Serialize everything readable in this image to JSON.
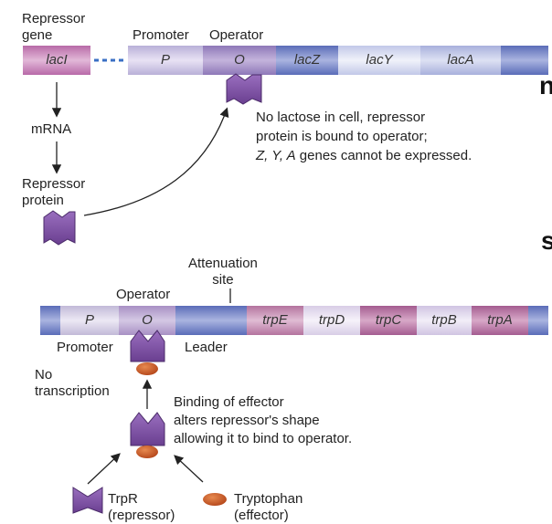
{
  "top": {
    "repressor_gene_label": "Repressor\ngene",
    "promoter_label": "Promoter",
    "operator_label": "Operator",
    "segments": [
      "lacI",
      "P",
      "O",
      "lacZ",
      "lacY",
      "lacA"
    ],
    "mrna_label": "mRNA",
    "repressor_protein_label": "Repressor\nprotein",
    "note_line1": "No lactose in cell, repressor",
    "note_line2": "protein is bound to operator;",
    "note_line3_italic": "Z, Y, A",
    "note_line3_rest": " genes cannot be expressed.",
    "edge_letter_a": "n.",
    "edge_letter_b": "s"
  },
  "bottom": {
    "attenuation_label": "Attenuation\nsite",
    "operator_label": "Operator",
    "segments": [
      "P",
      "O",
      "trpE",
      "trpD",
      "trpC",
      "trpB",
      "trpA"
    ],
    "promoter_label": "Promoter",
    "leader_label": "Leader",
    "no_transcription_label": "No\ntranscription",
    "binding_line1": "Binding of effector",
    "binding_line2": "alters repressor's shape",
    "binding_line3": "allowing it to bind to operator.",
    "legend_repressor_line1": "TrpR",
    "legend_repressor_line2": "(repressor)",
    "legend_effector_line1": "Tryptophan",
    "legend_effector_line2": "(effector)"
  },
  "colors": {
    "repressor_purple": "#7a4d9e",
    "effector_orange": "#cc5a1e",
    "gene_pink": "#c98bbd",
    "gene_blue": "#6e7fc0",
    "gene_lavender": "#c7bfe0",
    "gene_pale": "#e8e2f0",
    "gene_mauve": "#b86a98"
  }
}
